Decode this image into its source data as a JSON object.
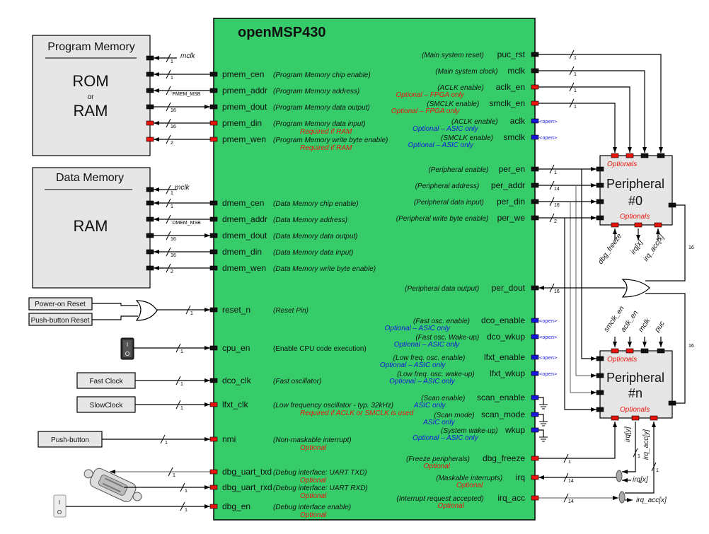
{
  "core": {
    "title": "openMSP430",
    "left_ports": [
      {
        "name": "pmem_cen",
        "desc": "Program Memory chip enable",
        "note": "",
        "width": "1",
        "dir": "out",
        "color": "black"
      },
      {
        "name": "pmem_addr",
        "desc": "Program Memory address",
        "note": "",
        "width": "`PMEM_MSB",
        "dir": "out",
        "color": "black"
      },
      {
        "name": "pmem_dout",
        "desc": "Program Memory data output",
        "note": "",
        "width": "16",
        "dir": "in",
        "color": "black"
      },
      {
        "name": "pmem_din",
        "desc": "Program Memory data input",
        "note": "Required if RAM",
        "width": "16",
        "dir": "out",
        "color": "red"
      },
      {
        "name": "pmem_wen",
        "desc": "Program Memory write byte enable",
        "note": "Required if RAM",
        "width": "2",
        "dir": "out",
        "color": "red"
      },
      {
        "name": "dmem_cen",
        "desc": "Data Memory chip enable",
        "note": "",
        "width": "1",
        "dir": "out",
        "color": "black"
      },
      {
        "name": "dmem_addr",
        "desc": "Data Memory address",
        "note": "",
        "width": "`DMEM_MSB",
        "dir": "out",
        "color": "black"
      },
      {
        "name": "dmem_dout",
        "desc": "Data Memory data output",
        "note": "",
        "width": "16",
        "dir": "in",
        "color": "black"
      },
      {
        "name": "dmem_din",
        "desc": "Data Memory data input",
        "note": "",
        "width": "16",
        "dir": "out",
        "color": "black"
      },
      {
        "name": "dmem_wen",
        "desc": "Data Memory write byte enable",
        "note": "",
        "width": "2",
        "dir": "out",
        "color": "black"
      },
      {
        "name": "reset_n",
        "desc": "Reset Pin",
        "note": "",
        "width": "1",
        "dir": "in",
        "color": "black"
      },
      {
        "name": "cpu_en",
        "desc": "Enable CPU code execution",
        "note": "",
        "width": "1",
        "dir": "in",
        "color": "black"
      },
      {
        "name": "dco_clk",
        "desc": "Fast oscillator",
        "note": "",
        "width": "1",
        "dir": "in",
        "color": "black"
      },
      {
        "name": "lfxt_clk",
        "desc": "Low frequency oscillator - typ. 32kHz",
        "note": "Required if ACLK or SMCLK is used",
        "width": "1",
        "dir": "in",
        "color": "red"
      },
      {
        "name": "nmi",
        "desc": "Non-maskable interrupt",
        "note": "Optional",
        "width": "1",
        "dir": "in",
        "color": "red"
      },
      {
        "name": "dbg_uart_txd",
        "desc": "Debug interface: UART TXD",
        "note": "Optional",
        "width": "1",
        "dir": "out",
        "color": "red"
      },
      {
        "name": "dbg_uart_rxd",
        "desc": "Debug interface: UART RXD",
        "note": "Optional",
        "width": "1",
        "dir": "in",
        "color": "red"
      },
      {
        "name": "dbg_en",
        "desc": "Debug interface enable",
        "note": "Optional",
        "width": "1",
        "dir": "in",
        "color": "red"
      }
    ],
    "right_ports": [
      {
        "name": "puc_rst",
        "desc": "Main system reset",
        "note": "",
        "note_color": "",
        "width": "1",
        "color": "black"
      },
      {
        "name": "mclk",
        "desc": "Main system clock",
        "note": "",
        "note_color": "",
        "width": "1",
        "color": "black"
      },
      {
        "name": "aclk_en",
        "desc": "ACLK enable",
        "note": "Optional – FPGA only",
        "note_color": "red",
        "width": "1",
        "color": "red"
      },
      {
        "name": "smclk_en",
        "desc": "SMCLK enable",
        "note": "Optional – FPGA only",
        "note_color": "red",
        "width": "1",
        "color": "red"
      },
      {
        "name": "aclk",
        "desc": "ACLK enable",
        "note": "Optional – ASIC only",
        "note_color": "blue",
        "width": "",
        "color": "blue",
        "open": "<open>"
      },
      {
        "name": "smclk",
        "desc": "SMCLK enable",
        "note": "Optional – ASIC only",
        "note_color": "blue",
        "width": "",
        "color": "blue",
        "open": "<open>"
      },
      {
        "name": "per_en",
        "desc": "Peripheral enable",
        "note": "",
        "note_color": "",
        "width": "1",
        "color": "black"
      },
      {
        "name": "per_addr",
        "desc": "Peripheral address",
        "note": "",
        "note_color": "",
        "width": "14",
        "color": "black"
      },
      {
        "name": "per_din",
        "desc": "Peripheral data input",
        "note": "",
        "note_color": "",
        "width": "16",
        "color": "black"
      },
      {
        "name": "per_we",
        "desc": "Peripheral write byte enable",
        "note": "",
        "note_color": "",
        "width": "2",
        "color": "black"
      },
      {
        "name": "per_dout",
        "desc": "Peripheral data output",
        "note": "",
        "note_color": "",
        "width": "16",
        "color": "black"
      },
      {
        "name": "dco_enable",
        "desc": "Fast osc. enable",
        "note": "Optional – ASIC only",
        "note_color": "blue",
        "width": "",
        "color": "blue",
        "open": "<open>"
      },
      {
        "name": "dco_wkup",
        "desc": "Fast osc. Wake-up",
        "note": "Optional – ASIC only",
        "note_color": "blue",
        "width": "",
        "color": "blue",
        "open": "<open>"
      },
      {
        "name": "lfxt_enable",
        "desc": "Low freq. osc. enable",
        "note": "Optional – ASIC only",
        "note_color": "blue",
        "width": "",
        "color": "blue",
        "open": "<open>"
      },
      {
        "name": "lfxt_wkup",
        "desc": "Low freq. osc. wake-up",
        "note": "Optional – ASIC only",
        "note_color": "blue",
        "width": "",
        "color": "blue",
        "open": "<open>"
      },
      {
        "name": "scan_enable",
        "desc": "Scan enable",
        "note": "ASIC only",
        "note_color": "blue",
        "width": "",
        "color": "blue"
      },
      {
        "name": "scan_mode",
        "desc": "Scan mode",
        "note": "ASIC only",
        "note_color": "blue",
        "width": "",
        "color": "blue"
      },
      {
        "name": "wkup",
        "desc": "System wake-up",
        "note": "Optional – ASIC only",
        "note_color": "blue",
        "width": "",
        "color": "blue"
      },
      {
        "name": "dbg_freeze",
        "desc": "Freeze peripherals",
        "note": "Optional",
        "note_color": "red",
        "width": "1",
        "color": "red"
      },
      {
        "name": "irq",
        "desc": "Maskable interrupts",
        "note": "Optional",
        "note_color": "red",
        "width": "14",
        "color": "red"
      },
      {
        "name": "irq_acc",
        "desc": "Interrupt request accepted",
        "note": "Optional",
        "note_color": "red",
        "width": "14",
        "color": "red"
      }
    ]
  },
  "program_memory": {
    "title": "Program Memory",
    "line1": "ROM",
    "line2": "or",
    "line3": "RAM",
    "clock_label": "mclk",
    "clock_width": "1"
  },
  "data_memory": {
    "title": "Data Memory",
    "line1": "RAM",
    "clock_label": "mclk",
    "clock_width": "1"
  },
  "inputs": {
    "power_on_reset": "Power-on Reset",
    "push_button_reset": "Push-button Reset",
    "fast_clock": "Fast Clock",
    "slow_clock": "SlowClock",
    "push_button": "Push-button",
    "switch_on": "I",
    "switch_off": "O"
  },
  "peripheral0": {
    "title": "Peripheral",
    "id": "#0",
    "optionals_top": "Optionals",
    "optionals_bottom": "Optionals",
    "bottom_labels": [
      "dbg_freeze",
      "irq[x]",
      "irq_acc[x]"
    ],
    "dout_width": "16"
  },
  "peripheraln": {
    "title": "Peripheral",
    "id": "#n",
    "optionals_top": "Optionals",
    "optionals_bottom": "Optionals",
    "top_labels": [
      "smclk_en",
      "aclk_en",
      "mclk",
      "puc"
    ],
    "bottom_labels": [
      "irq[y]",
      "irq_acc[y]"
    ],
    "dout_width": "16"
  },
  "irq_labels": {
    "irq_x": "irq[x]",
    "irq_acc_x": "irq_acc[x]",
    "irq_y_width": "1",
    "irq_acc_y_width": "1"
  },
  "colors": {
    "core_green": "#36cc6a",
    "optional_red": "#e8150e",
    "asic_blue": "#1717d8",
    "box_gray": "#e6e6e6"
  }
}
